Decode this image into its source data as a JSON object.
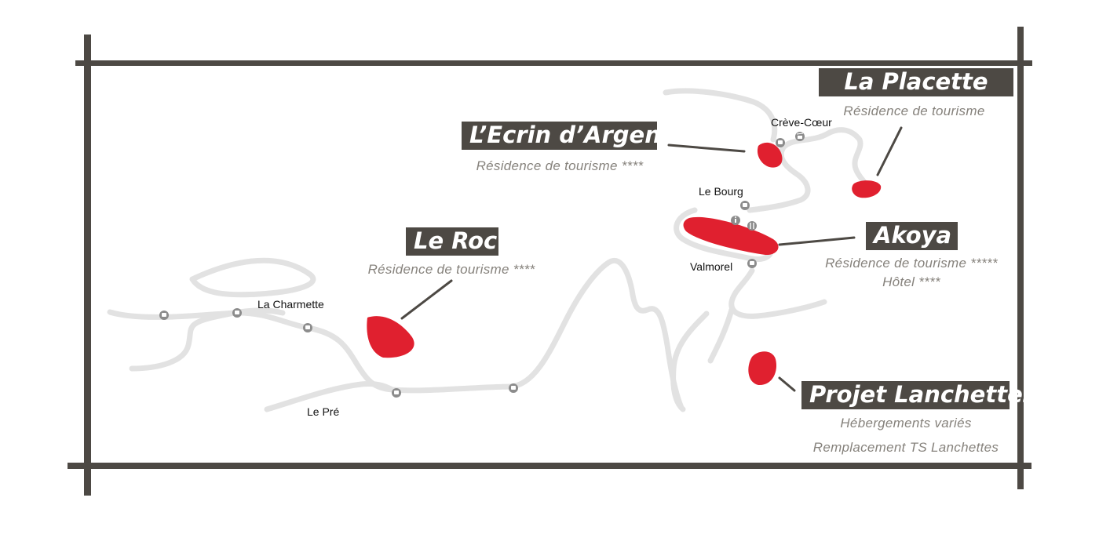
{
  "colors": {
    "frame": "#4d4944",
    "road": "#e2e2e2",
    "site": "#e0202f",
    "label_bg": "#4d4944",
    "subtitle": "#86827c",
    "icon": "#8c8c8c"
  },
  "sites": {
    "la_placette": {
      "name": "La Placette",
      "lines": [
        "Résidence de tourisme"
      ]
    },
    "ecrin": {
      "name": "L’Ecrin d’Argent",
      "lines": [
        "Résidence de tourisme ****"
      ]
    },
    "le_roc": {
      "name": "Le Roc",
      "lines": [
        "Résidence de tourisme ****"
      ]
    },
    "akoya": {
      "name": "Akoya",
      "lines": [
        "Résidence de tourisme *****",
        "Hôtel ****"
      ]
    },
    "lanchettes": {
      "name": "Projet Lanchettes",
      "lines": [
        "Hébergements variés",
        "Remplacement TS Lanchettes"
      ]
    }
  },
  "places": {
    "creve_coeur": "Crève-Cœur",
    "le_bourg": "Le Bourg",
    "valmorel": "Valmorel",
    "la_charmette": "La Charmette",
    "le_pre": "Le Pré"
  },
  "icons": {
    "bus_stop": "bus-stop-icon",
    "gondola": "gondola-icon",
    "info": "info-icon",
    "restaurant": "restaurant-icon"
  }
}
